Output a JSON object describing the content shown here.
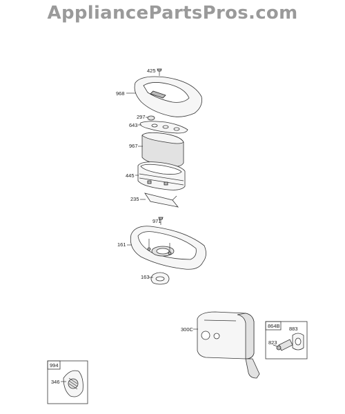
{
  "watermark": "AppliancePartsPros.com",
  "parts": {
    "p425": "425",
    "p968": "968",
    "p297": "297",
    "p643": "643",
    "p967": "967",
    "p445": "445",
    "p235": "235",
    "p971": "971",
    "p161": "161",
    "p163": "163",
    "p300c": "300C",
    "p864b": "864B",
    "p883": "883",
    "p823": "823",
    "p994": "994",
    "p346": "346"
  }
}
